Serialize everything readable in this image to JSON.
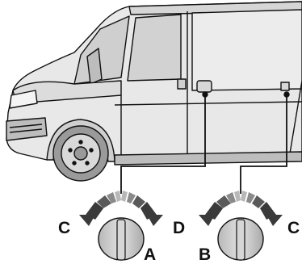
{
  "labels": {
    "left_knob_left": "C",
    "left_knob_right": "D",
    "left_knob_bottom": "A",
    "right_knob_left": "B",
    "right_knob_right": "C"
  },
  "colors": {
    "arrow_dark": "#3a3a3a",
    "knob_fill": "#cfcfcf",
    "van_body": "#e6e6e6",
    "outline": "#111111"
  }
}
